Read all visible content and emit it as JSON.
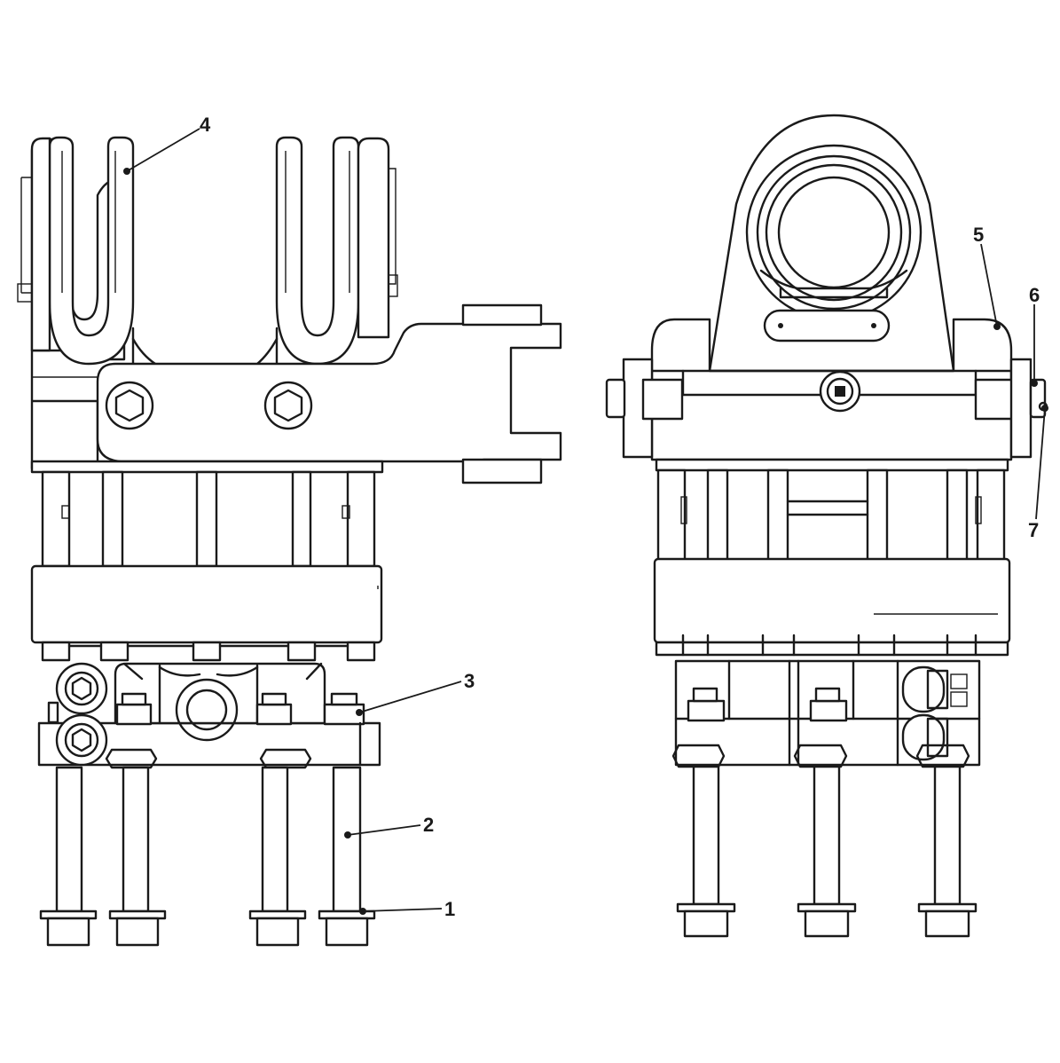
{
  "figure": {
    "callouts": [
      {
        "id": "callout-1",
        "label": "1"
      },
      {
        "id": "callout-2",
        "label": "2"
      },
      {
        "id": "callout-3",
        "label": "3"
      },
      {
        "id": "callout-4",
        "label": "4"
      },
      {
        "id": "callout-5",
        "label": "5"
      },
      {
        "id": "callout-6",
        "label": "6"
      },
      {
        "id": "callout-7",
        "label": "7"
      }
    ]
  }
}
